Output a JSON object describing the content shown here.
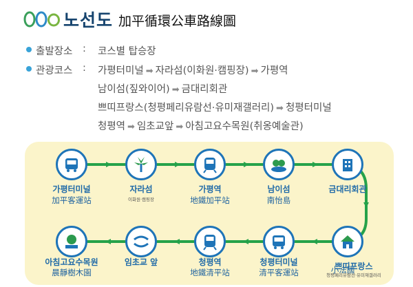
{
  "header": {
    "brand": "노선도",
    "chinese_title": "加平循環公車路線圖"
  },
  "info": {
    "departure_label": "출발장소",
    "departure_value": "코스별 탑승장",
    "course_label": "관광코스",
    "lines": [
      [
        "가평터미널",
        "자라섬(이화원·캠핑장)",
        "가평역"
      ],
      [
        "남이섬(짚와이어)",
        "금대리회관"
      ],
      [
        "쁘띠프랑스(청평페리유람선·유미재갤러리)",
        "청평터미널"
      ],
      [
        "청평역",
        "임초교앞",
        "아침고요수목원(취옹예술관)"
      ]
    ]
  },
  "stations": [
    {
      "label": "가평터미널",
      "chinese": "加平客運站",
      "icon": "bus-icon"
    },
    {
      "label": "자라섬",
      "sub": "이화원·캠핑장",
      "icon": "windmill-icon"
    },
    {
      "label": "가평역",
      "chinese": "地鐵加平站",
      "icon": "train-icon"
    },
    {
      "label": "남이섬",
      "chinese": "南怡島",
      "icon": "island-icon"
    },
    {
      "label": "금대리회관",
      "icon": "building-icon"
    },
    {
      "label": "쁘띠프랑스",
      "chinese": "小法國",
      "sub": "청평페리유람선·유미재갤러리",
      "icon": "house-icon"
    },
    {
      "label": "청평터미널",
      "chinese": "清平客運站",
      "icon": "bus-icon"
    },
    {
      "label": "청평역",
      "chinese": "地鐵清平站",
      "icon": "train-icon"
    },
    {
      "label": "임초교 앞",
      "icon": "bridge-icon"
    },
    {
      "label": "아침고요수목원",
      "chinese": "晨靜樹木園",
      "icon": "garden-icon"
    }
  ],
  "colors": {
    "route": "#25a24a",
    "station_ring": "#1e74b8",
    "map_bg": "#fbf4ca",
    "bullet": "#39a3d8",
    "brand": "#16446e"
  }
}
